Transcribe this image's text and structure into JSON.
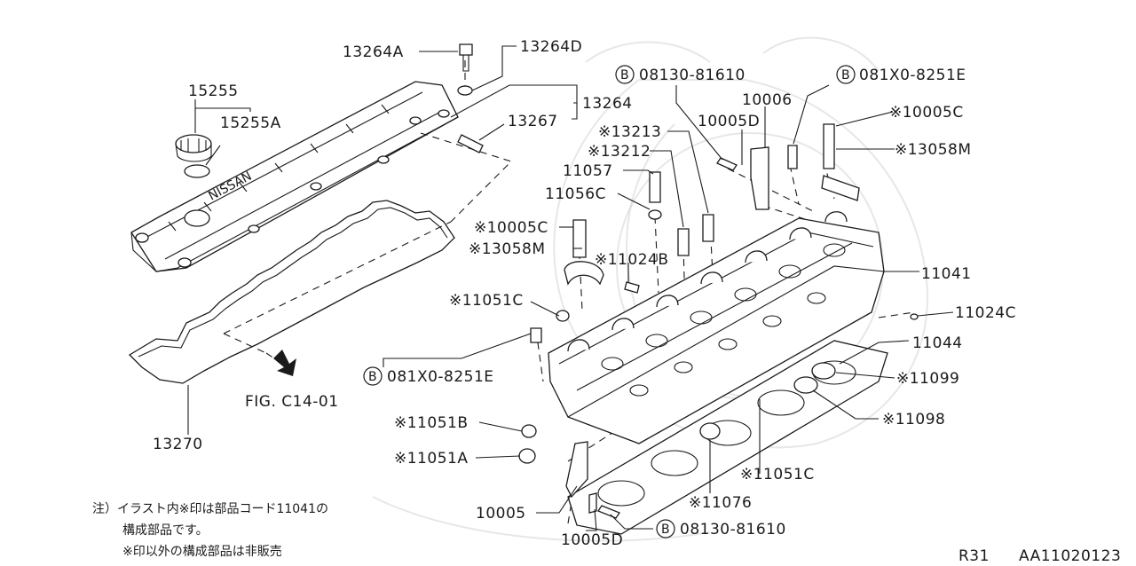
{
  "labels": {
    "p13264A": "13264A",
    "p13264D": "13264D",
    "p13264": "13264",
    "p13267": "13267",
    "p15255": "15255",
    "p15255A": "15255A",
    "p08130_top": "08130-81610",
    "p10006": "10006",
    "p10005D_top": "10005D",
    "p081X0_top": "081X0-8251E",
    "p10005C_top": "※10005C",
    "p13058M_top": "※13058M",
    "p13213": "※13213",
    "p13212": "※13212",
    "p11057": "11057",
    "p11056C": "11056C",
    "p10005C_mid": "※10005C",
    "p13058M_mid": "※13058M",
    "p11024B": "※11024B",
    "p11041": "11041",
    "p11051C_left": "※11051C",
    "p11024C": "11024C",
    "p11044": "11044",
    "p081X0_mid": "081X0-8251E",
    "p11099": "※11099",
    "p11098": "※11098",
    "fig_ref": "FIG. C14-01",
    "p11051B": "※11051B",
    "p11051A": "※11051A",
    "p13270": "13270",
    "p11051C_bot": "※11051C",
    "p11076": "※11076",
    "p10005": "10005",
    "p10005D_bot": "10005D",
    "p08130_bot": "08130-81610",
    "cover_brand": "NISSAN",
    "bolt_marker": "B"
  },
  "notes": {
    "line1": "注）イラスト内※印は部品コード11041の",
    "line2": "構成部品です。",
    "line3": "※印以外の構成部品は非販売"
  },
  "footer": {
    "model": "R31",
    "code": "AA11020123"
  }
}
